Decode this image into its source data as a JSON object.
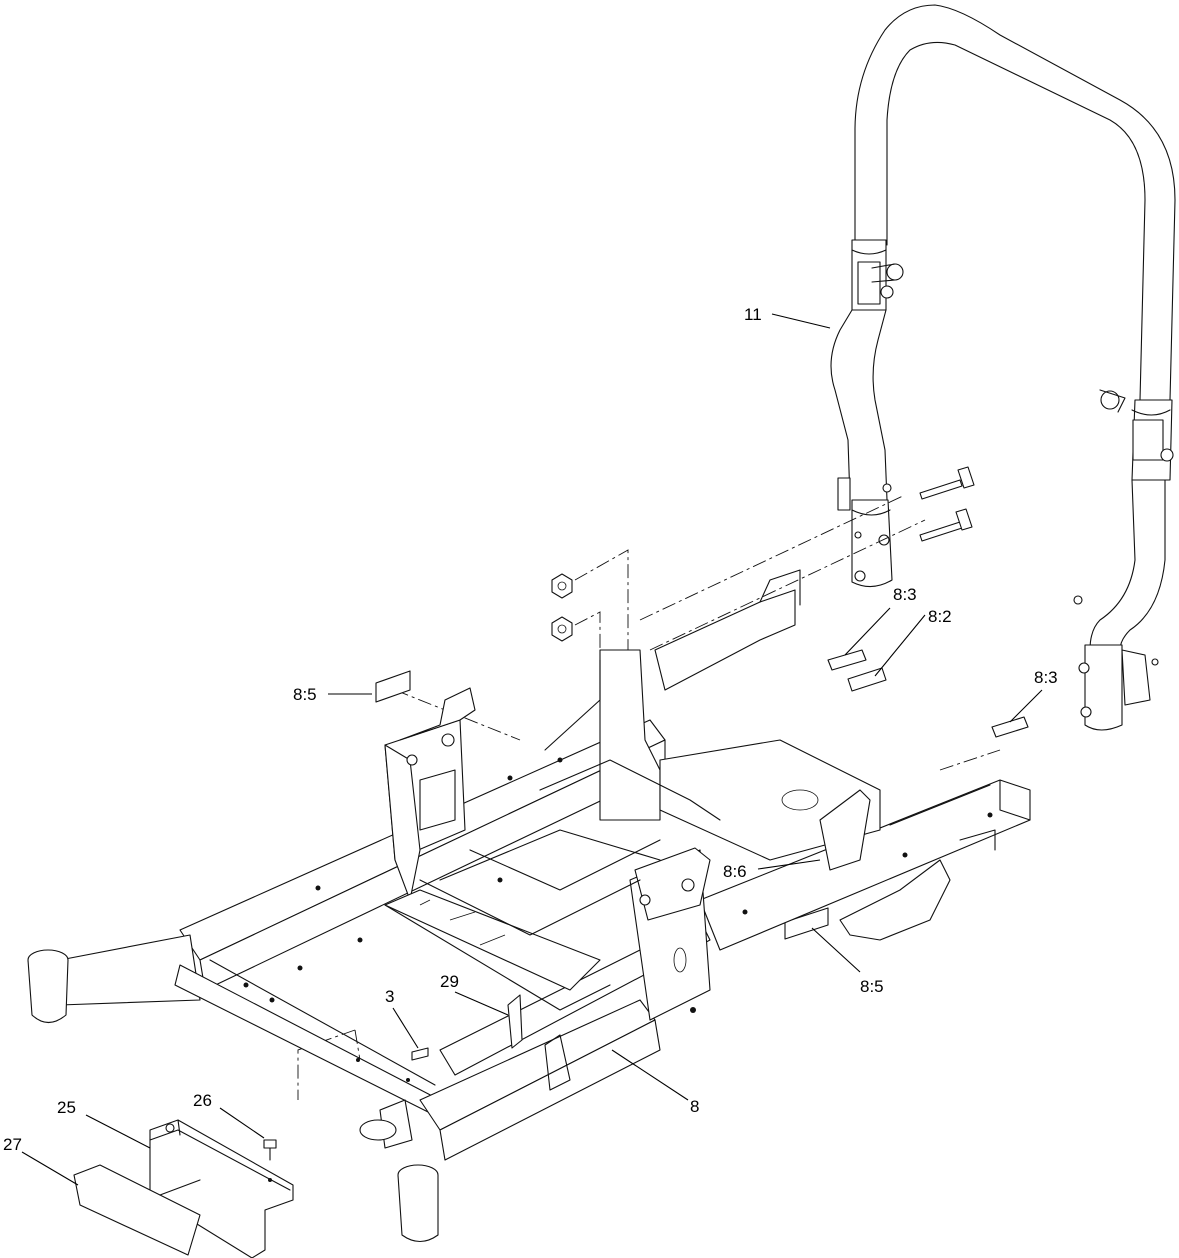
{
  "callouts": [
    {
      "id": "11",
      "text": "11"
    },
    {
      "id": "8-3-top",
      "text": "8:3"
    },
    {
      "id": "8-2",
      "text": "8:2"
    },
    {
      "id": "8-3-right",
      "text": "8:3"
    },
    {
      "id": "8-5-left",
      "text": "8:5"
    },
    {
      "id": "8-6",
      "text": "8:6"
    },
    {
      "id": "8-5-right",
      "text": "8:5"
    },
    {
      "id": "29",
      "text": "29"
    },
    {
      "id": "3",
      "text": "3"
    },
    {
      "id": "8",
      "text": "8"
    },
    {
      "id": "25",
      "text": "25"
    },
    {
      "id": "26",
      "text": "26"
    },
    {
      "id": "27",
      "text": "27"
    }
  ]
}
